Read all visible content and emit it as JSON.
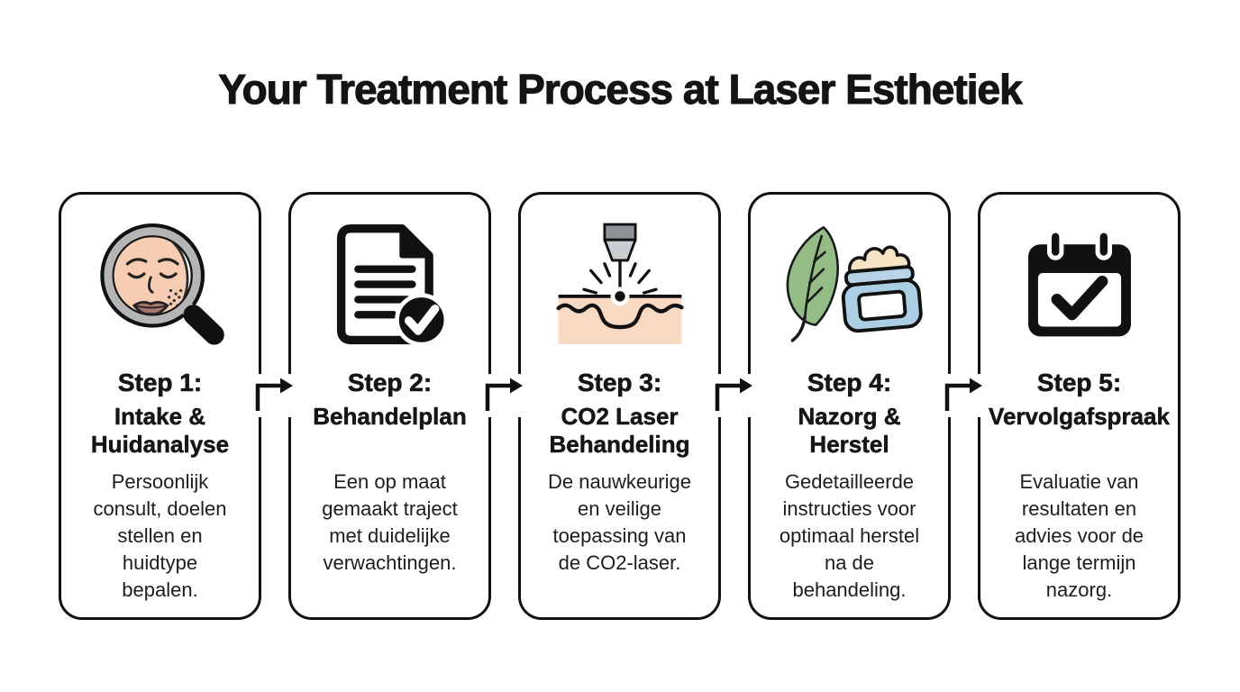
{
  "title": "Your Treatment Process at Laser Esthetiek",
  "steps": [
    {
      "label": "Step 1:",
      "name": "Intake &\nHuidanalyse",
      "description": "Persoonlijk\nconsult, doelen\nstellen en\nhuidtype\nbepalen.",
      "icon": "face-magnifier-icon"
    },
    {
      "label": "Step 2:",
      "name": "Behandelplan",
      "description": "Een op maat\ngemaakt traject\nmet duidelijke\nverwachtingen.",
      "icon": "document-check-icon"
    },
    {
      "label": "Step 3:",
      "name": "CO2 Laser\nBehandeling",
      "description": "De nauwkeurige\nen veilige\ntoepassing van\nde CO2-laser.",
      "icon": "laser-skin-icon"
    },
    {
      "label": "Step 4:",
      "name": "Nazorg &\nHerstel",
      "description": "Gedetailleerde\ninstructies voor\noptimaal herstel\nna de\nbehandeling.",
      "icon": "leaf-cream-jar-icon"
    },
    {
      "label": "Step 5:",
      "name": "Vervolgafspraak",
      "description": "Evaluatie van\nresultaten en\nadvies voor de\nlange termijn\nnazorg.",
      "icon": "calendar-check-icon"
    }
  ],
  "colors": {
    "background": "#ffffff",
    "text": "#161616",
    "card_border": "#111111",
    "skin_tone": "#f6cdb2",
    "skin_block": "#f8d9c2",
    "glass_rim_gray": "#b5b5b5",
    "laser_nozzle_dark": "#8b9194",
    "laser_nozzle_light": "#c9ced1",
    "leaf_green": "#93bd85",
    "jar_blue": "#abcfe2",
    "jar_lid_blue": "#b6d4e6",
    "cream": "#f7e3c3",
    "lips": "#a8756d"
  }
}
